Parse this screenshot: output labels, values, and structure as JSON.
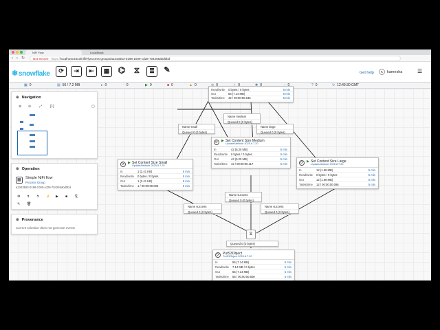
{
  "browser": {
    "tabs": [
      {
        "label": "NiFi Flow"
      },
      {
        "label": "LocalStack"
      }
    ],
    "not_secure": "Not Secure",
    "url_scheme": "https://",
    "url_rest": "localhost:8443/nifi/#/process-groups/a2343553-0198-1000-cd28-704255abd0bd"
  },
  "header": {
    "logo": "snowflake",
    "get_help": "Get help",
    "user_initial": "K",
    "user_name": "kamesha"
  },
  "status": {
    "items": [
      "0",
      "56 / 7.2 MB",
      "0",
      "0",
      "0",
      "0",
      "0",
      "0",
      "0",
      "0",
      "0",
      "0"
    ],
    "time": "12:49:30 GMT"
  },
  "navigation": {
    "title": "Navigation"
  },
  "operation": {
    "title": "Operation",
    "flow_name": "Simple NiFi flow",
    "flow_type": "Process Group",
    "flow_id": "a2343553-0198-1000-cd28-704255abd0bd"
  },
  "provenance": {
    "title": "Provenance",
    "note": "Current selection does not generate events"
  },
  "top_processor": {
    "rows": [
      {
        "k": "Read/write",
        "v": "0 bytes / 0 bytes",
        "t": "5 min"
      },
      {
        "k": "Out",
        "v": "56 (7.14 MB)",
        "t": "5 min"
      },
      {
        "k": "Tasks/time",
        "v": "42 / 00:00:00.646",
        "t": "5 min"
      }
    ]
  },
  "connections": {
    "medium": {
      "name": "Name medium",
      "queued": "Queued 0 (0 bytes)"
    },
    "small": {
      "name": "Name small",
      "queued": "Queued 0 (0 bytes)"
    },
    "large": {
      "name": "Name large",
      "queued": "Queued 0 (0 bytes)"
    },
    "success_left": {
      "name": "Name success",
      "queued": "Queued 0 (0 bytes)"
    },
    "success_mid": {
      "name": "Name success",
      "queued": "Queued 0 (0 bytes)"
    },
    "success_right": {
      "name": "Name success",
      "queued": "Queued 0 (0 bytes)"
    },
    "funnel_out": {
      "queued": "Queued 0 (0 bytes)"
    }
  },
  "proc_medium": {
    "name": "Set Content Size Medium",
    "type": "UpdateAttribute 2025.8.7.20",
    "rows": [
      {
        "k": "In",
        "v": "42 (5.20 MB)",
        "t": "5 min"
      },
      {
        "k": "Read/write",
        "v": "0 bytes / 0 bytes",
        "t": "5 min"
      },
      {
        "k": "Out",
        "v": "42 (5.20 MB)",
        "t": "5 min"
      },
      {
        "k": "Tasks/time",
        "v": "42 / 00:00:00.117",
        "t": "5 min"
      }
    ]
  },
  "proc_small": {
    "name": "Set Content Size Small",
    "type": "UpdateAttribute 2025.8.7.20",
    "rows": [
      {
        "k": "In",
        "v": "1 (2.41 KB)",
        "t": "5 min"
      },
      {
        "k": "Read/write",
        "v": "0 bytes / 0 bytes",
        "t": "5 min"
      },
      {
        "k": "Out",
        "v": "1 (2.41 KB)",
        "t": "5 min"
      },
      {
        "k": "Tasks/time",
        "v": "1 / 00:00:00.005",
        "t": "5 min"
      }
    ]
  },
  "proc_large": {
    "name": "Set Content Size Large",
    "type": "UpdateAttribute 2025.8.7.20",
    "rows": [
      {
        "k": "In",
        "v": "12 (1.66 MB)",
        "t": "5 min"
      },
      {
        "k": "Read/write",
        "v": "0 bytes / 0 bytes",
        "t": "5 min"
      },
      {
        "k": "Out",
        "v": "12 (1.66 MB)",
        "t": "5 min"
      },
      {
        "k": "Tasks/time",
        "v": "12 / 00:00:00.095",
        "t": "5 min"
      }
    ]
  },
  "proc_puts3": {
    "name": "PutS3Object",
    "type": "PutS3Object 2025.8.7.20",
    "rows": [
      {
        "k": "In",
        "v": "55 (7.14 MB)",
        "t": "5 min"
      },
      {
        "k": "Read/write",
        "v": "7.14 MB / 0 bytes",
        "t": "5 min"
      },
      {
        "k": "Out",
        "v": "55 (7.14 MB)",
        "t": "5 min"
      },
      {
        "k": "Tasks/time",
        "v": "55 / 00:00:00.608",
        "t": "5 min"
      }
    ]
  },
  "colors": {
    "brand": "#29b5e8",
    "link": "#1a69b0",
    "running": "#2e7d32"
  }
}
